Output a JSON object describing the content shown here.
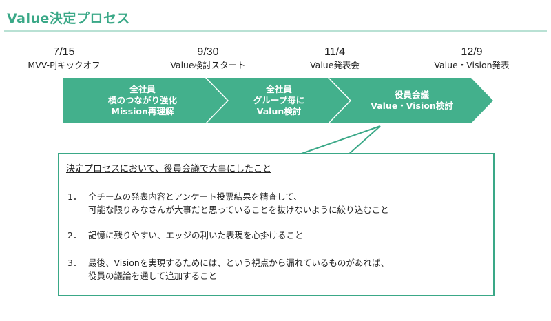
{
  "title": "Value決定プロセス",
  "milestones": [
    {
      "date": "7/15",
      "label": "MVV-Pjキックオフ"
    },
    {
      "date": "9/30",
      "label": "Value検討スタート"
    },
    {
      "date": "11/4",
      "label": "Value発表会"
    },
    {
      "date": "12/9",
      "label": "Value・Vision発表"
    }
  ],
  "stages": [
    {
      "lines": [
        "全社員",
        "横のつながり強化",
        "Mission再理解"
      ]
    },
    {
      "lines": [
        "全社員",
        "グループ毎に",
        "Valun検討"
      ]
    },
    {
      "lines": [
        "役員会議",
        "Value・Vision検討"
      ]
    }
  ],
  "callout": {
    "heading": "決定プロセスにおいて、役員会議で大事にしたこと",
    "items": [
      {
        "num": "1．",
        "line1": "全チームの発表内容とアンケート投票結果を精査して、",
        "line2": "可能な限りみなさんが大事だと思っていることを抜けないように絞り込むこと"
      },
      {
        "num": "2．",
        "line1": "記憶に残りやすい、エッジの利いた表現を心掛けること",
        "line2": ""
      },
      {
        "num": "3．",
        "line1": "最後、Visionを実現するためには、という視点から漏れているものがあれば、",
        "line2": "役員の議論を通して追加すること"
      }
    ]
  },
  "colors": {
    "accent": "#3aa887",
    "stage_fill": "#43b08c",
    "title_rule": "#b9e1d4"
  }
}
